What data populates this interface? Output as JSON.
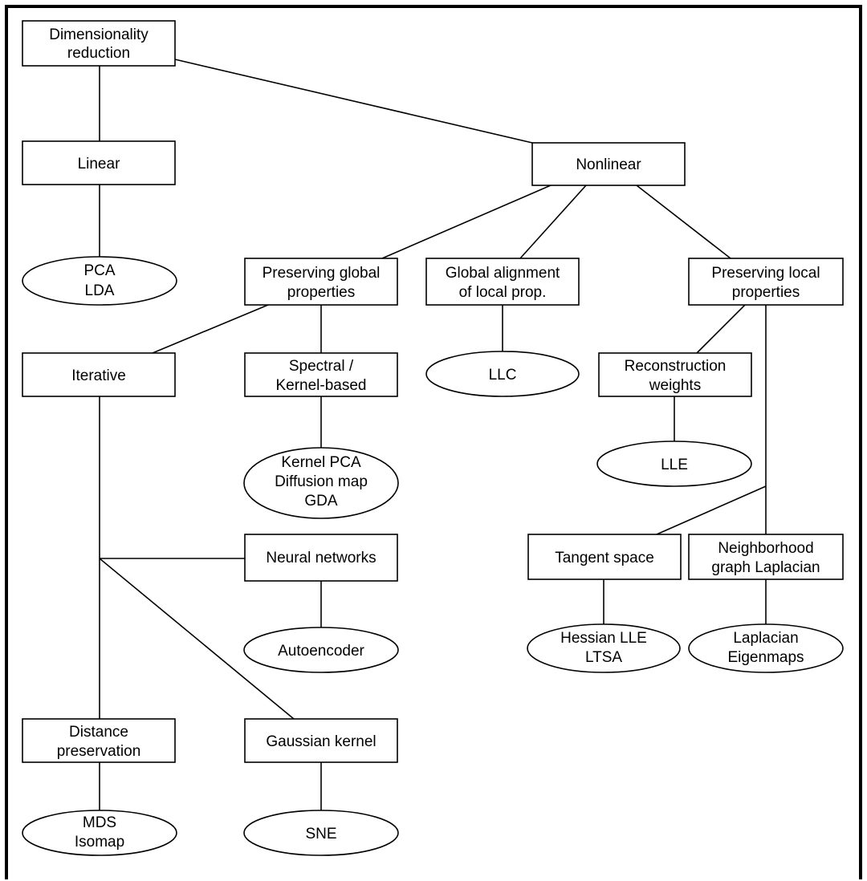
{
  "nodes": {
    "dimensionality_reduction": [
      "Dimensionality",
      "reduction"
    ],
    "linear": [
      "Linear"
    ],
    "nonlinear": [
      "Nonlinear"
    ],
    "pca_lda": [
      "PCA",
      "LDA"
    ],
    "preserving_global": [
      "Preserving global",
      "properties"
    ],
    "global_alignment": [
      "Global alignment",
      "of local prop."
    ],
    "preserving_local": [
      "Preserving local",
      "properties"
    ],
    "iterative": [
      "Iterative"
    ],
    "spectral_kernel": [
      "Spectral /",
      "Kernel-based"
    ],
    "llc": [
      "LLC"
    ],
    "reconstruction_weights": [
      "Reconstruction",
      "weights"
    ],
    "kernel_methods": [
      "Kernel PCA",
      "Diffusion map",
      "GDA"
    ],
    "lle": [
      "LLE"
    ],
    "neural_networks": [
      "Neural networks"
    ],
    "tangent_space": [
      "Tangent space"
    ],
    "neighborhood_graph": [
      "Neighborhood",
      "graph Laplacian"
    ],
    "autoencoder": [
      "Autoencoder"
    ],
    "hessian_ltsa": [
      "Hessian LLE",
      "LTSA"
    ],
    "laplacian_eigenmaps": [
      "Laplacian",
      "Eigenmaps"
    ],
    "distance_preservation": [
      "Distance",
      "preservation"
    ],
    "gaussian_kernel": [
      "Gaussian kernel"
    ],
    "mds_isomap": [
      "MDS",
      "Isomap"
    ],
    "sne": [
      "SNE"
    ]
  },
  "colors": {
    "background": "#ffffff",
    "stroke": "#000000",
    "text": "#000000"
  }
}
